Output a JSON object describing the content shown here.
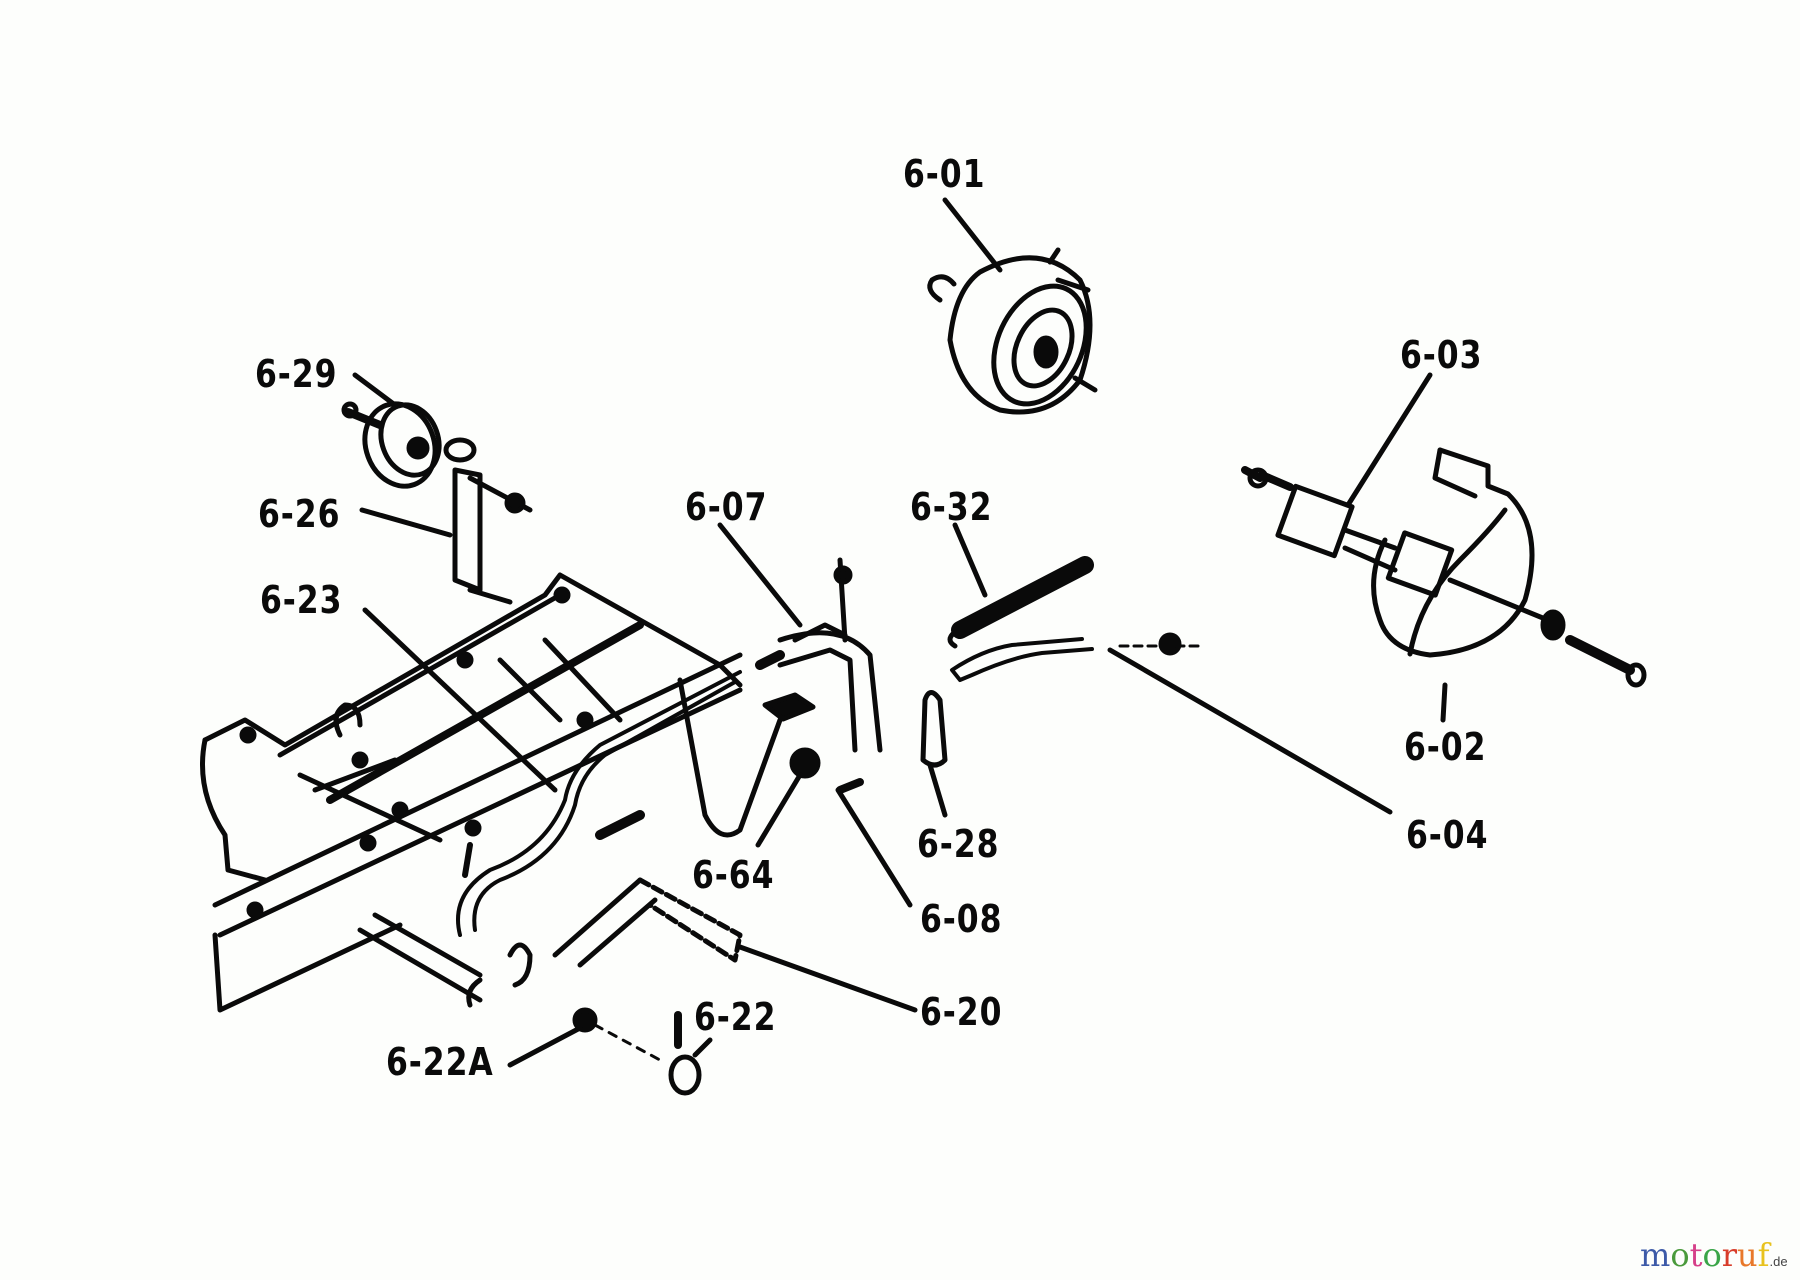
{
  "diagram": {
    "title": "Brake / clutch linkage parts diagram",
    "parts": [
      {
        "id": "6-01",
        "label": "6-01",
        "part": "pulley"
      },
      {
        "id": "6-02",
        "label": "6-02",
        "part": "brake-band"
      },
      {
        "id": "6-03",
        "label": "6-03",
        "part": "bracket"
      },
      {
        "id": "6-04",
        "label": "6-04",
        "part": "rod"
      },
      {
        "id": "6-07",
        "label": "6-07",
        "part": "brake-arm"
      },
      {
        "id": "6-08",
        "label": "6-08",
        "part": "cotter-pin"
      },
      {
        "id": "6-20",
        "label": "6-20",
        "part": "pedal-shaft"
      },
      {
        "id": "6-22",
        "label": "6-22",
        "part": "set-collar"
      },
      {
        "id": "6-22A",
        "label": "6-22A",
        "part": "washer"
      },
      {
        "id": "6-23",
        "label": "6-23",
        "part": "frame-rod"
      },
      {
        "id": "6-26",
        "label": "6-26",
        "part": "idler-arm"
      },
      {
        "id": "6-28",
        "label": "6-28",
        "part": "clevis"
      },
      {
        "id": "6-29",
        "label": "6-29",
        "part": "idler-pulley"
      },
      {
        "id": "6-32",
        "label": "6-32",
        "part": "spring"
      },
      {
        "id": "6-64",
        "label": "6-64",
        "part": "nut"
      }
    ]
  },
  "watermark": {
    "letters": [
      {
        "ch": "m",
        "color": "#3d5aa8"
      },
      {
        "ch": "o",
        "color": "#4a9a3c"
      },
      {
        "ch": "t",
        "color": "#d6408a"
      },
      {
        "ch": "o",
        "color": "#3aa548"
      },
      {
        "ch": "r",
        "color": "#d83c2a"
      },
      {
        "ch": "u",
        "color": "#e8782a"
      },
      {
        "ch": "f",
        "color": "#e8c21e"
      }
    ],
    "tld": ".de"
  }
}
